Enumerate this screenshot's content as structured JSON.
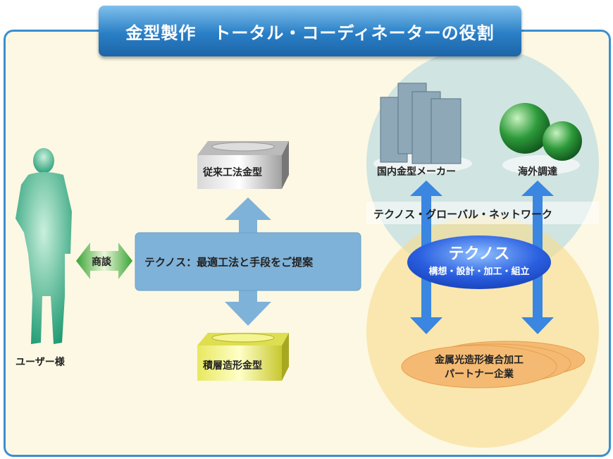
{
  "title": "金型製作　トータル・コーディネーターの役割",
  "user": {
    "label": "ユーザー様"
  },
  "negotiation": {
    "label": "商談"
  },
  "proposal": {
    "label": "テクノス：最適工法と手段をご提案"
  },
  "molds": {
    "conventional": "従来工法金型",
    "additive": "積層造形金型"
  },
  "network": {
    "domestic": "国内金型メーカー",
    "overseas": "海外調達",
    "band": "テクノス・グローバル・ネットワーク",
    "center_title": "テクノス",
    "center_sub": "構想・設計・加工・組立",
    "partner_line1": "金属光造形複合加工",
    "partner_line2": "パートナー企業"
  },
  "colors": {
    "frame": "#3a8fd0",
    "blue_arrow": "#3a86e0",
    "green": "#3aa36a"
  }
}
